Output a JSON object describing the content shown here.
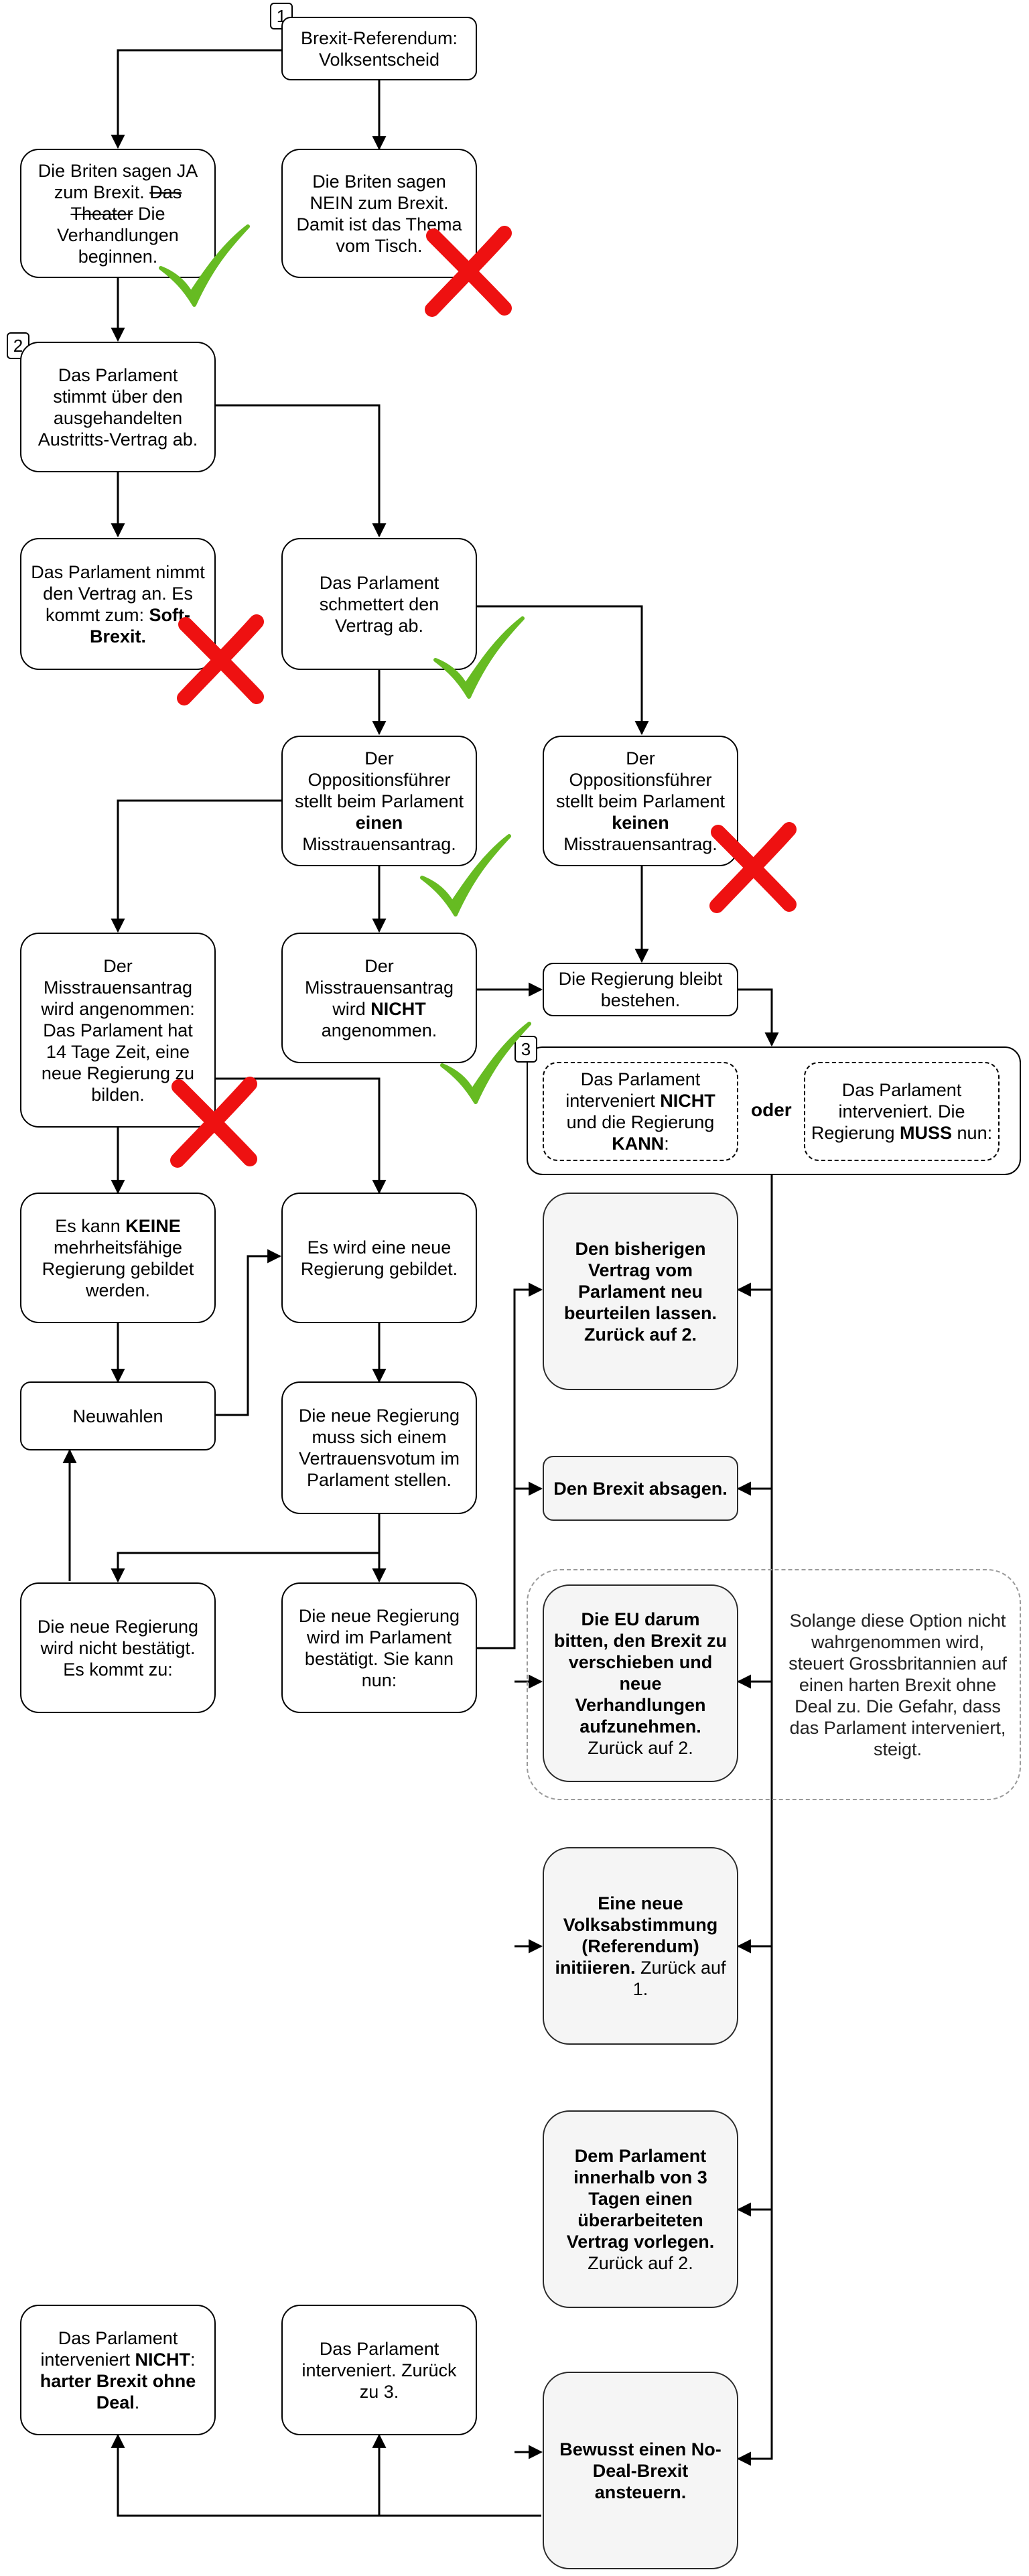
{
  "colors": {
    "check": "#66bb22",
    "cross": "#ee1111",
    "line": "#000000",
    "grey_fill": "#f5f5f5"
  },
  "badges": {
    "b1": "1",
    "b2": "2",
    "b3": "3"
  },
  "nodes": {
    "referendum": "Brexit-Referendum: Volksentscheid",
    "ja_pre": "Die Briten sagen JA zum Brexit.",
    "ja_strike": "Das Theater",
    "ja_post": "Die Verhandlungen beginnen.",
    "nein": "Die Briten sagen NEIN zum Brexit. Damit ist das Thema vom Tisch.",
    "abstimmung": "Das Parlament stimmt über den ausgehandelten Austritts-Vertrag ab.",
    "annahme_pre": "Das Parlament nimmt den Vertrag an. Es kommt zum:",
    "annahme_bold": "Soft-Brexit.",
    "schmettert": "Das Parlament schmettert den Vertrag ab.",
    "opp_einen_pre": "Der Oppositionsführer stellt beim Parlament",
    "opp_einen_bold": "einen",
    "opp_einen_post": "Misstrauensantrag.",
    "opp_keinen_pre": "Der Oppositionsführer stellt beim Parlament",
    "opp_keinen_bold": "keinen",
    "opp_keinen_post": "Misstrauensantrag.",
    "angenommen": "Der Misstrauensantrag wird angenommen: Das Parlament hat 14 Tage Zeit, eine neue Regierung zu bilden.",
    "nicht_pre": "Der Misstrauensantrag wird",
    "nicht_bold": "NICHT",
    "nicht_post": "angenommen.",
    "bleibt": "Die Regierung bleibt bestehen.",
    "kann_pre": "Das Parlament interveniert",
    "kann_bold1": "NICHT",
    "kann_mid": "und die Regierung",
    "kann_bold2": "KANN",
    "kann_post": ":",
    "oder": "oder",
    "muss_pre": "Das Parlament interveniert. Die Regierung",
    "muss_bold": "MUSS",
    "muss_post": "nun:",
    "keine_pre": "Es kann",
    "keine_bold": "KEINE",
    "keine_post": "mehrheitsfähige Regierung gebildet werden.",
    "neue_regierung": "Es wird eine neue Regierung gebildet.",
    "neuwahlen": "Neuwahlen",
    "vertrauensvotum": "Die neue Regierung muss sich einem Vertrauensvotum im Parlament stellen.",
    "nicht_bestaetigt": "Die neue Regierung wird nicht bestätigt. Es kommt zu:",
    "bestaetigt": "Die neue Regierung wird im Parlament bestätigt. Sie kann nun:",
    "opt1": "Den bisherigen Vertrag vom Parlament neu beurteilen lassen. Zurück auf 2.",
    "opt2": "Den Brexit absagen.",
    "opt3_bold": "Die EU darum bitten, den Brexit zu verschieben und neue Verhandlungen aufzunehmen.",
    "opt3_post": "Zurück auf 2.",
    "note": "Solange diese Option nicht wahrgenommen wird, steuert Grossbritannien auf einen harten Brexit ohne Deal zu. Die Gefahr, dass das Parlament interveniert, steigt.",
    "opt4_bold": "Eine neue Volksabstimmung (Referendum) initiieren.",
    "opt4_post": "Zurück auf 1.",
    "opt5_bold": "Dem Parlament innerhalb von 3 Tagen einen überarbeiteten Vertrag vorlegen.",
    "opt5_post": "Zurück auf 2.",
    "opt6": "Bewusst einen No-Deal-Brexit ansteuern.",
    "hart_pre": "Das Parlament interveniert",
    "hart_bold1": "NICHT",
    "hart_post": ":",
    "hart_bold2": "harter Brexit ohne Deal",
    "hart_end": ".",
    "zurueck3": "Das Parlament interveniert. Zurück zu 3."
  },
  "marks": [
    {
      "id": "ja",
      "kind": "check"
    },
    {
      "id": "nein",
      "kind": "cross"
    },
    {
      "id": "annahme",
      "kind": "cross"
    },
    {
      "id": "schmettert",
      "kind": "check"
    },
    {
      "id": "opp-einen",
      "kind": "check"
    },
    {
      "id": "opp-keinen",
      "kind": "cross"
    },
    {
      "id": "nicht-angenommen",
      "kind": "check"
    },
    {
      "id": "angenommen",
      "kind": "cross"
    }
  ]
}
